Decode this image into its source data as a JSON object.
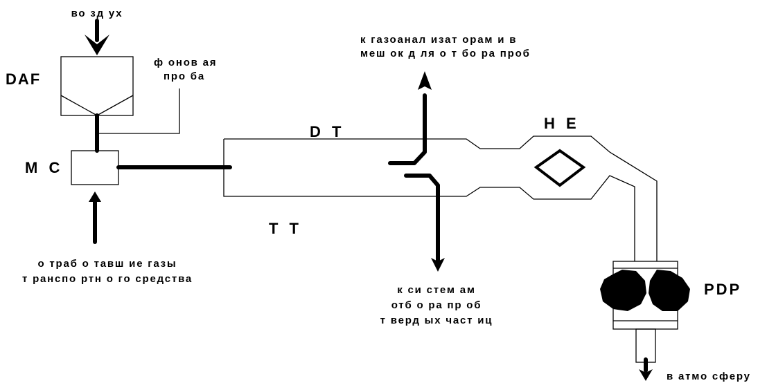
{
  "labels": {
    "air": "во зд ух",
    "daf": "DAF",
    "background_sample_1": "ф онов ая",
    "background_sample_2": "про ба",
    "mc": "М С",
    "exhaust_1": "о траб о тавш ие газы",
    "exhaust_2": "т ранспо ртн о го средства",
    "dt": "D T",
    "tt": "T T",
    "to_analyzers_1": "к газоанал изат орам  и в",
    "to_analyzers_2": "меш ок д ля о т бо ра проб",
    "to_particulate_1": "к си стем ам",
    "to_particulate_2": "отб о ра пр об",
    "to_particulate_3": "т верд ых част иц",
    "he": "H E",
    "pdp": "PDP",
    "to_atmosphere": "в атмо сферу"
  }
}
